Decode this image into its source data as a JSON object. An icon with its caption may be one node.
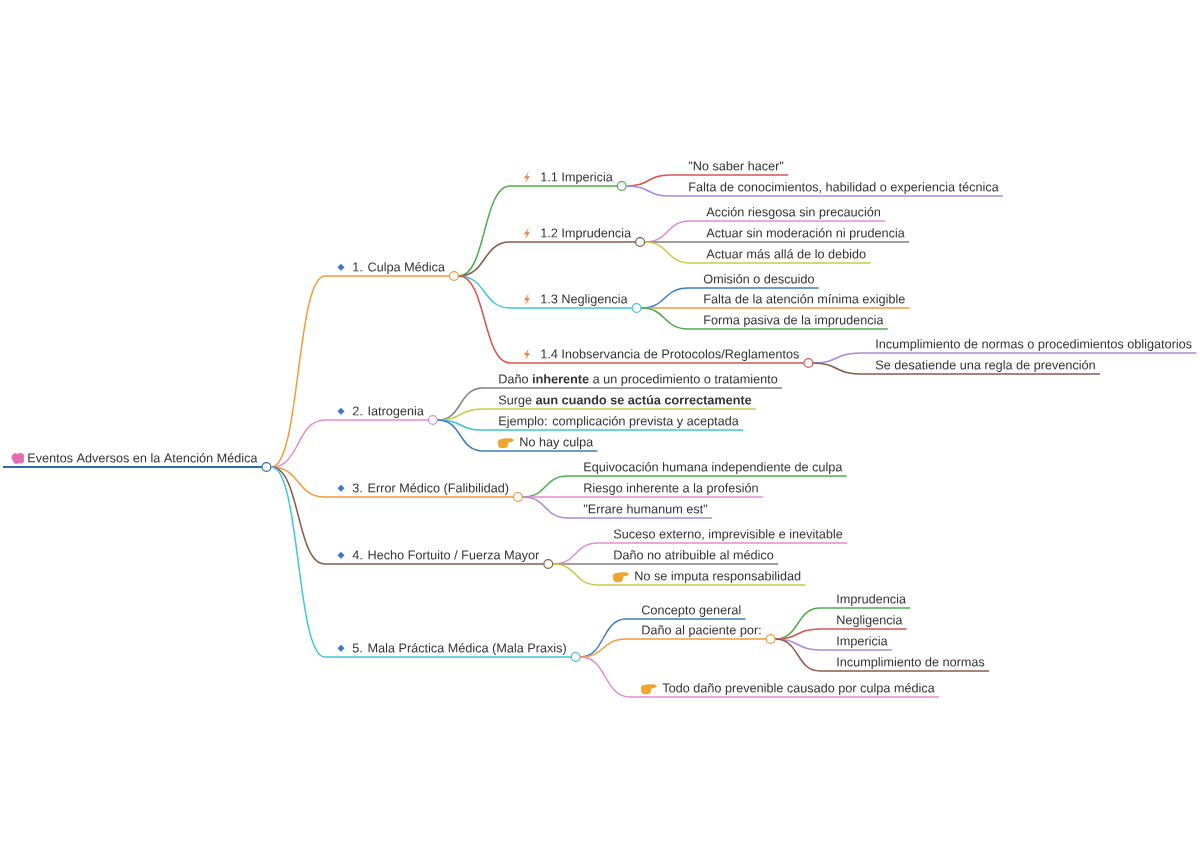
{
  "diagram": {
    "nodes": [
      {
        "text": [
          "Eventos Adversos en la Atención Médica"
        ]
      },
      {
        "text": [
          "1. Culpa Médica"
        ]
      },
      {
        "text": [
          "1.1 Impericia"
        ]
      },
      {
        "text": [
          "\"No saber hacer\""
        ]
      },
      {
        "text": [
          "Falta de conocimientos, habilidad o experiencia técnica"
        ]
      },
      {
        "text": [
          "1.2 Imprudencia"
        ]
      },
      {
        "text": [
          "Acción riesgosa sin precaución"
        ]
      },
      {
        "text": [
          "Actuar sin moderación ni prudencia"
        ]
      },
      {
        "text": [
          "Actuar más allá de lo debido"
        ]
      },
      {
        "text": [
          "1.3 Negligencia"
        ]
      },
      {
        "text": [
          "Omisión o descuido"
        ]
      },
      {
        "text": [
          "Falta de la atención mínima exigible"
        ]
      },
      {
        "text": [
          "Forma pasiva de la imprudencia"
        ]
      },
      {
        "text": [
          "1.4 Inobservancia de Protocolos/Reglamentos"
        ]
      },
      {
        "text": [
          "Incumplimiento de normas o procedimientos obligatorios"
        ]
      },
      {
        "text": [
          "Se desatiende una regla de prevención"
        ]
      },
      {
        "text": [
          "2. Iatrogenia"
        ]
      },
      {
        "text": [
          "Daño **inherente** a un procedimiento o tratamiento"
        ]
      },
      {
        "text": [
          "Surge **aun cuando se actúa correctamente**"
        ]
      },
      {
        "text": [
          "Ejemplo: complicación prevista y aceptada"
        ]
      },
      {
        "text": [
          "No hay culpa"
        ]
      },
      {
        "text": [
          "3. Error Médico (Falibilidad)"
        ]
      },
      {
        "text": [
          "Equivocación humana independiente de culpa"
        ]
      },
      {
        "text": [
          "Riesgo inherente a la profesión"
        ]
      },
      {
        "text": [
          "\"Errare humanum est\""
        ]
      },
      {
        "text": [
          "4. Hecho Fortuito / Fuerza Mayor"
        ]
      },
      {
        "text": [
          "Suceso externo, imprevisible e inevitable"
        ]
      },
      {
        "text": [
          "Daño no atribuible al médico"
        ]
      },
      {
        "text": [
          "No se imputa responsabilidad"
        ]
      },
      {
        "text": [
          "5. Mala Práctica Médica (Mala Praxis)"
        ]
      },
      {
        "text": [
          "Concepto general"
        ]
      },
      {
        "text": [
          "Daño al paciente por:"
        ]
      },
      {
        "text": [
          "Imprudencia"
        ]
      },
      {
        "text": [
          "Negligencia"
        ]
      },
      {
        "text": [
          "Impericia"
        ]
      },
      {
        "text": [
          "Incumplimiento de normas"
        ]
      },
      {
        "text": [
          "Todo daño prevenible causado por culpa médica"
        ]
      }
    ],
    "edges": [
      {
        "from": 0,
        "to": 1,
        "arrow": "none",
        "color": "#f29a3a"
      },
      {
        "from": 1,
        "to": 2,
        "arrow": "none",
        "color": "#4cae4c"
      },
      {
        "from": 2,
        "to": 3,
        "arrow": "none",
        "color": "#d9534f"
      },
      {
        "from": 2,
        "to": 4,
        "arrow": "none",
        "color": "#a98bd8"
      },
      {
        "from": 1,
        "to": 5,
        "arrow": "none",
        "color": "#8b5a4b"
      },
      {
        "from": 5,
        "to": 6,
        "arrow": "none",
        "color": "#e38ad6"
      },
      {
        "from": 5,
        "to": 7,
        "arrow": "none",
        "color": "#7f7f7f"
      },
      {
        "from": 5,
        "to": 8,
        "arrow": "none",
        "color": "#c8cc45"
      },
      {
        "from": 1,
        "to": 9,
        "arrow": "none",
        "color": "#3cc6d8"
      },
      {
        "from": 9,
        "to": 10,
        "arrow": "none",
        "color": "#3a7cc0"
      },
      {
        "from": 9,
        "to": 11,
        "arrow": "none",
        "color": "#f29a3a"
      },
      {
        "from": 9,
        "to": 12,
        "arrow": "none",
        "color": "#4cae4c"
      },
      {
        "from": 1,
        "to": 13,
        "arrow": "none",
        "color": "#d9534f"
      },
      {
        "from": 13,
        "to": 14,
        "arrow": "none",
        "color": "#a98bd8"
      },
      {
        "from": 13,
        "to": 15,
        "arrow": "none",
        "color": "#8b5a4b"
      },
      {
        "from": 0,
        "to": 16,
        "arrow": "none",
        "color": "#e38ad6"
      },
      {
        "from": 16,
        "to": 17,
        "arrow": "none",
        "color": "#7f7f7f"
      },
      {
        "from": 16,
        "to": 18,
        "arrow": "none",
        "color": "#c8cc45"
      },
      {
        "from": 16,
        "to": 19,
        "arrow": "none",
        "color": "#3cc6d8"
      },
      {
        "from": 16,
        "to": 20,
        "arrow": "none",
        "color": "#3a7cc0"
      },
      {
        "from": 0,
        "to": 21,
        "arrow": "none",
        "color": "#f29a3a"
      },
      {
        "from": 21,
        "to": 22,
        "arrow": "none",
        "color": "#4cae4c"
      },
      {
        "from": 21,
        "to": 23,
        "arrow": "none",
        "color": "#e38ad6"
      },
      {
        "from": 21,
        "to": 24,
        "arrow": "none",
        "color": "#a98bd8"
      },
      {
        "from": 0,
        "to": 25,
        "arrow": "none",
        "color": "#8b5a4b"
      },
      {
        "from": 25,
        "to": 26,
        "arrow": "none",
        "color": "#e38ad6"
      },
      {
        "from": 25,
        "to": 27,
        "arrow": "none",
        "color": "#7f7f7f"
      },
      {
        "from": 25,
        "to": 28,
        "arrow": "none",
        "color": "#c8cc45"
      },
      {
        "from": 0,
        "to": 29,
        "arrow": "none",
        "color": "#3cc6d8"
      },
      {
        "from": 29,
        "to": 30,
        "arrow": "none",
        "color": "#3a7cc0"
      },
      {
        "from": 29,
        "to": 31,
        "arrow": "none",
        "color": "#f29a3a"
      },
      {
        "from": 31,
        "to": 32,
        "arrow": "none",
        "color": "#4cae4c"
      },
      {
        "from": 31,
        "to": 33,
        "arrow": "none",
        "color": "#d9534f"
      },
      {
        "from": 31,
        "to": 34,
        "arrow": "none",
        "color": "#a98bd8"
      },
      {
        "from": 31,
        "to": 35,
        "arrow": "none",
        "color": "#8b5a4b"
      },
      {
        "from": 29,
        "to": 36,
        "arrow": "none",
        "color": "#e38ad6"
      }
    ]
  }
}
